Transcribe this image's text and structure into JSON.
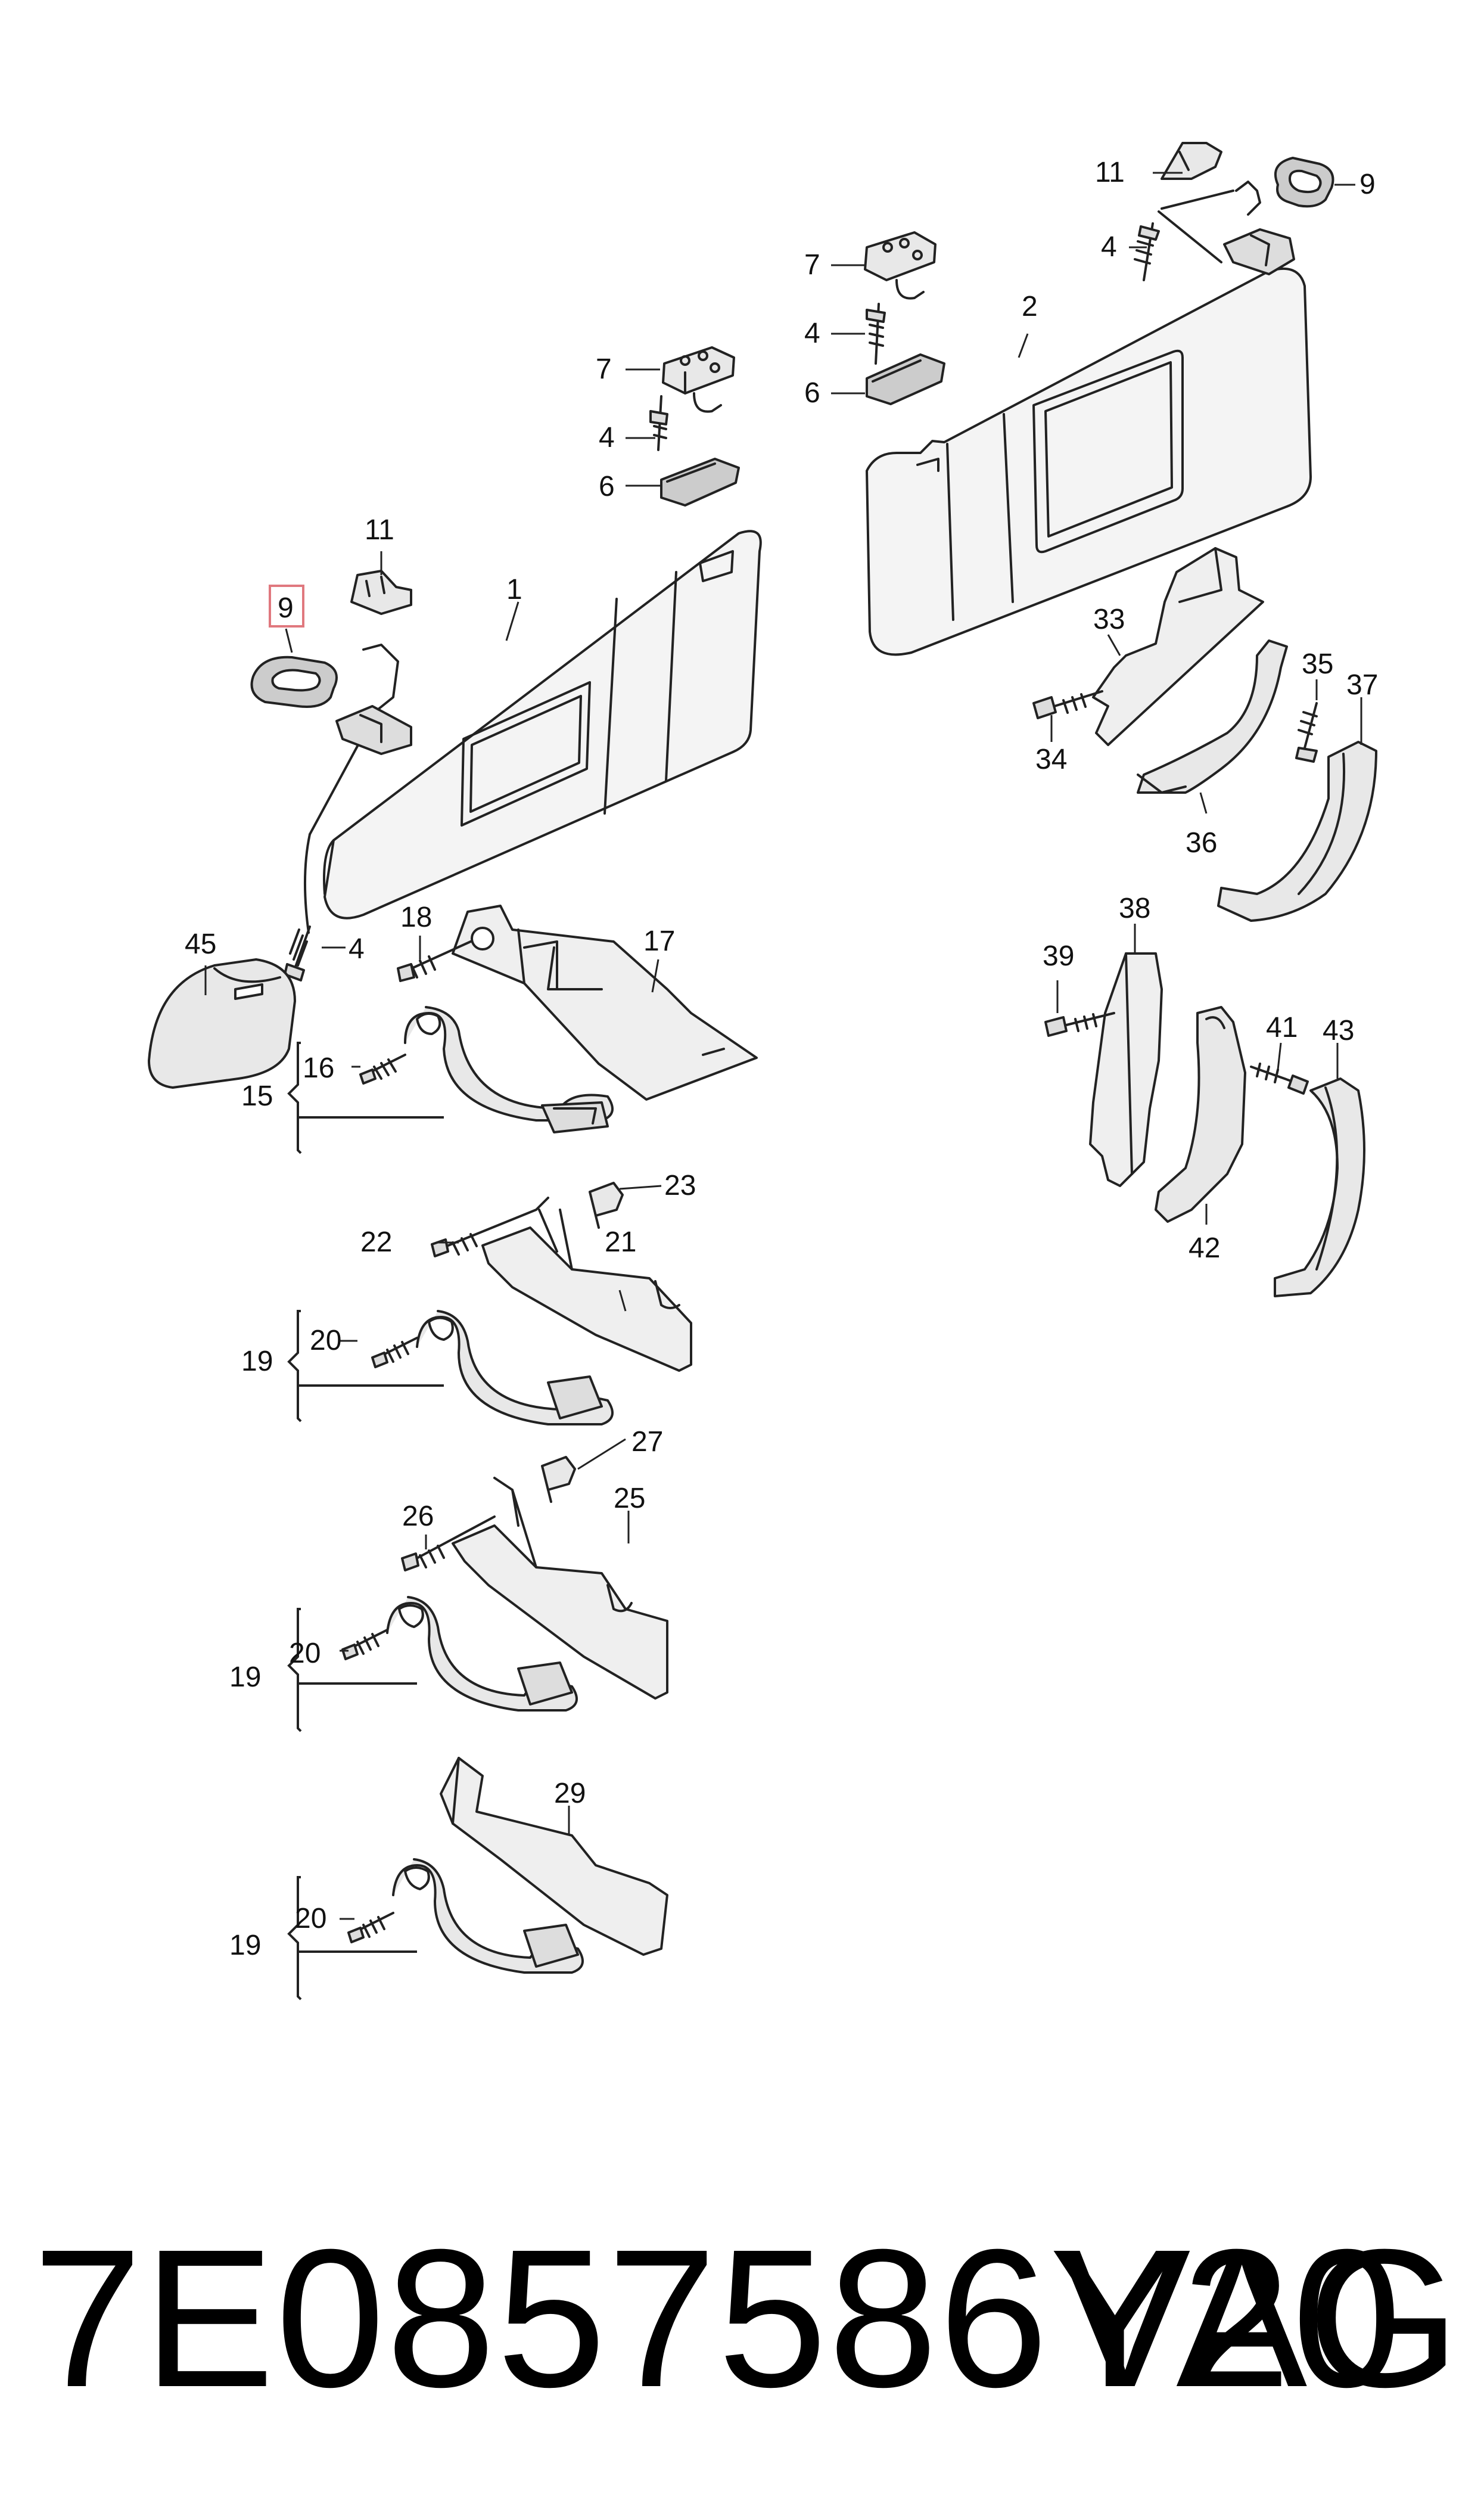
{
  "diagram": {
    "labels": {
      "l1": "1",
      "l2": "2",
      "l4a": "4",
      "l4b": "4",
      "l4c": "4",
      "l4d": "4",
      "l6a": "6",
      "l6b": "6",
      "l7a": "7",
      "l7b": "7",
      "l9a": "9",
      "l9b": "9",
      "l11a": "11",
      "l11b": "11",
      "l15": "15",
      "l16": "16",
      "l17": "17",
      "l18": "18",
      "l19a": "19",
      "l19b": "19",
      "l19c": "19",
      "l20a": "20",
      "l20b": "20",
      "l20c": "20",
      "l21": "21",
      "l22": "22",
      "l23": "23",
      "l25": "25",
      "l26": "26",
      "l27": "27",
      "l29": "29",
      "l33": "33",
      "l34": "34",
      "l35": "35",
      "l36": "36",
      "l37": "37",
      "l38": "38",
      "l39": "39",
      "l41": "41",
      "l42": "42",
      "l43": "43",
      "l45": "45"
    },
    "highlight_color": "#e0787e"
  },
  "footer": {
    "part_number": "7E0857586Y20",
    "brand": "VAG"
  }
}
